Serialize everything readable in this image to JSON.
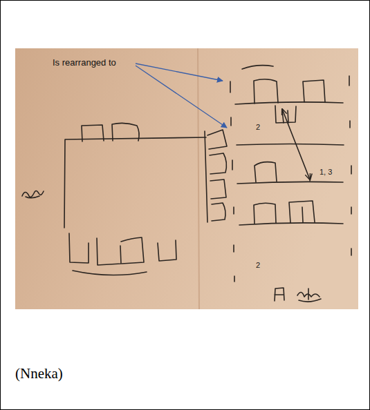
{
  "diagram": {
    "caption": "(Nneka)",
    "labels": [
      "Is rearranged to",
      "2",
      "1, 3",
      "2"
    ]
  }
}
